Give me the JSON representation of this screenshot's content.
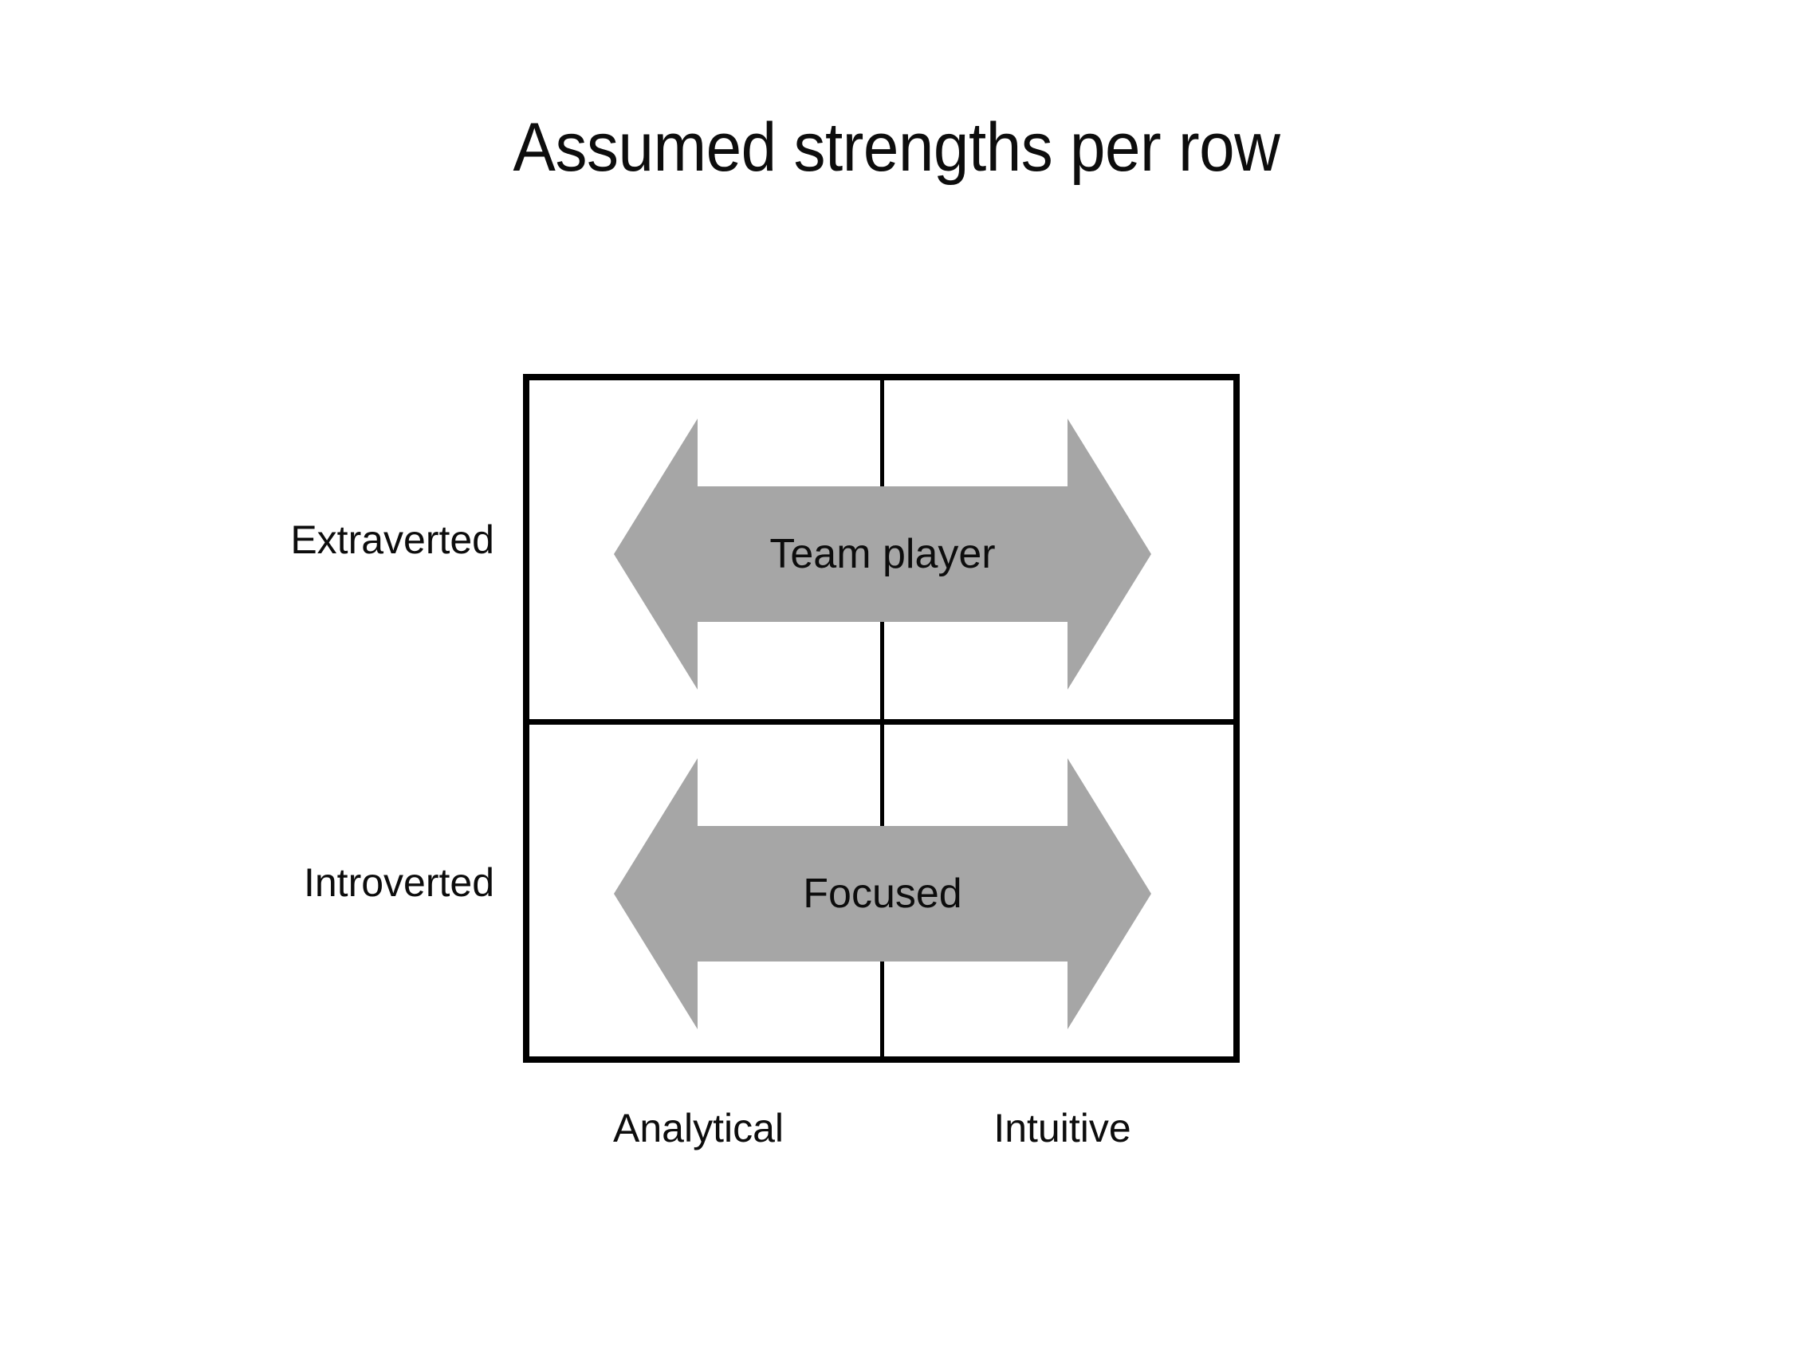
{
  "slide": {
    "title": "Assumed strengths per row",
    "background_color": "#FFFFFF",
    "text_color": "#0D0D0D"
  },
  "matrix": {
    "border_color": "#000000",
    "arrow_color": "#A6A6A6",
    "column_headers": [
      {
        "label": "Analytical"
      },
      {
        "label": "Intuitive"
      }
    ],
    "row_headers": [
      {
        "label": "Extraverted"
      },
      {
        "label": "Introverted"
      }
    ],
    "rows": [
      {
        "header": "Extraverted",
        "arrow": {
          "label": "Team player",
          "direction": "double-horizontal",
          "icon": "double-arrow-icon",
          "spans_columns": [
            "Analytical",
            "Intuitive"
          ]
        }
      },
      {
        "header": "Introverted",
        "arrow": {
          "label": "Focused",
          "direction": "double-horizontal",
          "icon": "double-arrow-icon",
          "spans_columns": [
            "Analytical",
            "Intuitive"
          ]
        }
      }
    ]
  }
}
